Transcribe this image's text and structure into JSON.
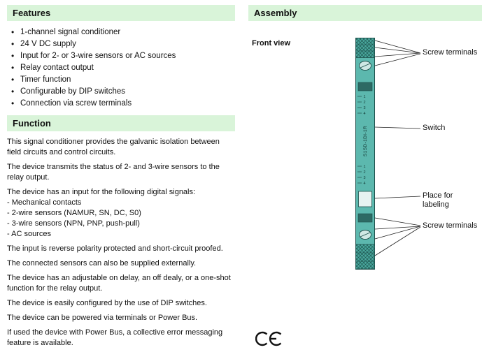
{
  "features": {
    "title": "Features",
    "items": [
      "1-channel signal conditioner",
      "24 V DC supply",
      "Input for 2- or 3-wire sensors or AC sources",
      "Relay contact output",
      "Timer function",
      "Configurable by DIP switches",
      "Connection via screw terminals"
    ]
  },
  "function": {
    "title": "Function",
    "paragraphs": [
      "This signal conditioner provides the galvanic isolation between field circuits and control circuits.",
      "The device transmits the status of 2- and 3-wire sensors to the relay output.",
      "The device has an input for the following digital signals:\n- Mechanical contacts\n- 2-wire sensors (NAMUR, SN, DC, S0)\n- 3-wire sensors (NPN, PNP, push-pull)\n- AC sources",
      "The input is reverse polarity protected and short-circuit proofed.",
      "The connected sensors can also be supplied externally.",
      "The device has an adjustable on delay, an off dealy, or a one-shot function for the relay output.",
      "The device is easily configured by the use of DIP switches.",
      "The device can be powered via terminals or Power Bus.",
      "If used the device with Power Bus, a collective error messaging feature is available."
    ]
  },
  "assembly": {
    "title": "Assembly",
    "front_view_label": "Front view",
    "device_model": "S1SD-1DI-1R",
    "dip_numbers": [
      "1",
      "2",
      "3",
      "4"
    ],
    "callouts": {
      "top_terminals": "Screw terminals",
      "switch": "Switch",
      "labeling": "Place for\nlabeling",
      "bottom_terminals": "Screw terminals"
    },
    "ce_mark": "CE"
  },
  "colors": {
    "header_bg": "#d9f4d9",
    "device_fill": "#5cb8ae",
    "device_dark": "#2d6a64",
    "device_stroke": "#1d4f4a"
  }
}
